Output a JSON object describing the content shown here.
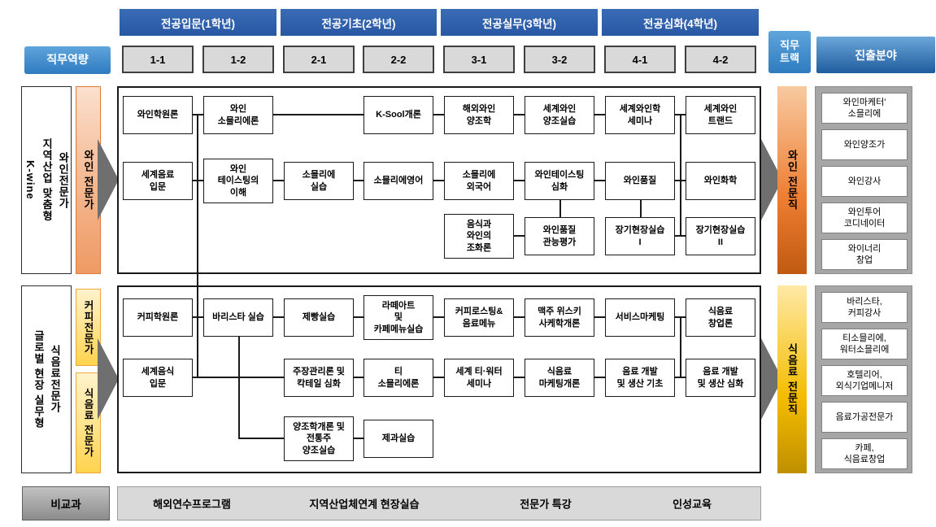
{
  "header": {
    "competency_label": "직무역량",
    "year_headers": [
      "전공입문(1학년)",
      "전공기초(2학년)",
      "전공실무(3학년)",
      "전공심화(4학년)"
    ],
    "semesters": [
      "1-1",
      "1-2",
      "2-1",
      "2-2",
      "3-1",
      "3-2",
      "4-1",
      "4-2"
    ],
    "job_track_label": "직무\n트랙",
    "career_field_label": "진출분야"
  },
  "colors": {
    "header_blue": "#2857A4",
    "badge_blue": "#2E7BC0",
    "wine_orange": "#ED7D31",
    "wine_job_dark": "#C05A11",
    "food_yellow": "#FFD34D",
    "food_job_gold": "#BF8F00",
    "arrow_gray": "#6F6F6F",
    "panel_gray": "#A6A6A6"
  },
  "wine": {
    "side_label": "와인전문가\n지역산업 맞춤형\nK-wine",
    "bar_label": "와인 전문가",
    "job_label": "와인 전문직",
    "courses": [
      "와인학원론",
      "와인\n소믈리에론",
      "K-Sool개론",
      "해외와인\n양조학",
      "세계와인\n양조실습",
      "세계와인학\n세미나",
      "세계와인\n트랜드",
      "세계음료\n입문",
      "와인\n테이스팅의\n이해",
      "소믈리에\n실습",
      "소믈리에영어",
      "소믈리에\n외국어",
      "와인테이스팅\n심화",
      "와인품질",
      "와인화학",
      "음식과\n와인의\n조화론",
      "와인품질\n관능평가",
      "장기현장실습\nI",
      "장기현장실습\nII"
    ],
    "careers": [
      "와인마케터'\n소믈리에",
      "와인양조가",
      "와인강사",
      "와인투어\n코디네이터",
      "와이너리\n창업"
    ]
  },
  "food": {
    "side_label": "식음료전문가\n글로벌 현장 실무형",
    "coffee_bar_label": "커피전문가",
    "fb_bar_label": "식음료 전문가",
    "job_label": "식음료 전문직",
    "courses": [
      "커피학원론",
      "바리스타 실습",
      "제빵실습",
      "라떼아트\n및\n카페메뉴실습",
      "커피로스팅&\n음료메뉴",
      "맥주 위스키\n사케학개론",
      "서비스마케팅",
      "식음료\n창업론",
      "세계음식\n입문",
      "주장관리론 및\n칵테일 심화",
      "티\n소믈리에론",
      "세계 티·워터\n세미나",
      "식음료\n마케팅개론",
      "음료 개발\n및 생산 기초",
      "음료 개발\n및 생산 심화",
      "양조학개론 및\n전통주\n양조실습",
      "제과실습"
    ],
    "careers": [
      "바리스타,\n커피강사",
      "티소믈리에,\n워터소믈리에",
      "호텔리어,\n외식기업메니저",
      "음료가공전문가",
      "카페,\n식음료창업"
    ]
  },
  "extracurricular": {
    "label": "비교과",
    "items": [
      "해외연수프로그램",
      "지역산업체연계 현장실습",
      "전문가 특강",
      "인성교육"
    ]
  }
}
